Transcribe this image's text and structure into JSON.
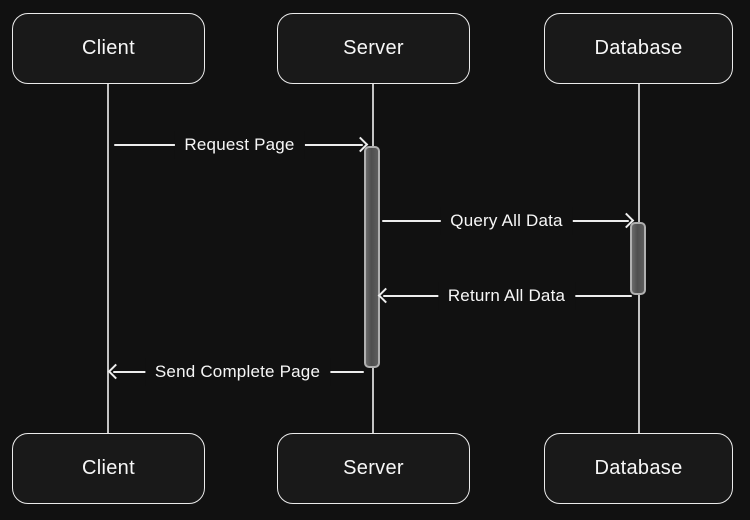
{
  "diagram": {
    "type": "sequence-diagram",
    "participants": [
      {
        "id": "client",
        "label": "Client"
      },
      {
        "id": "server",
        "label": "Server"
      },
      {
        "id": "database",
        "label": "Database"
      }
    ],
    "messages": [
      {
        "from": "client",
        "to": "server",
        "label": "Request Page",
        "direction": "right"
      },
      {
        "from": "server",
        "to": "database",
        "label": "Query All Data",
        "direction": "right"
      },
      {
        "from": "database",
        "to": "server",
        "label": "Return All Data",
        "direction": "left"
      },
      {
        "from": "server",
        "to": "client",
        "label": "Send Complete Page",
        "direction": "left"
      }
    ],
    "activations": [
      {
        "participant": "server",
        "spans_messages": "Request Page → Send Complete Page"
      },
      {
        "participant": "database",
        "spans_messages": "Query All Data → Return All Data"
      }
    ],
    "colors": {
      "background": "#111111",
      "box_border": "#ebebeb",
      "box_fill": "#191919",
      "text": "#f7f7f7",
      "lifeline": "#c4c4c4",
      "arrow": "#ededed",
      "activation_fill": "#585858",
      "activation_border": "#b0b0b0"
    }
  }
}
